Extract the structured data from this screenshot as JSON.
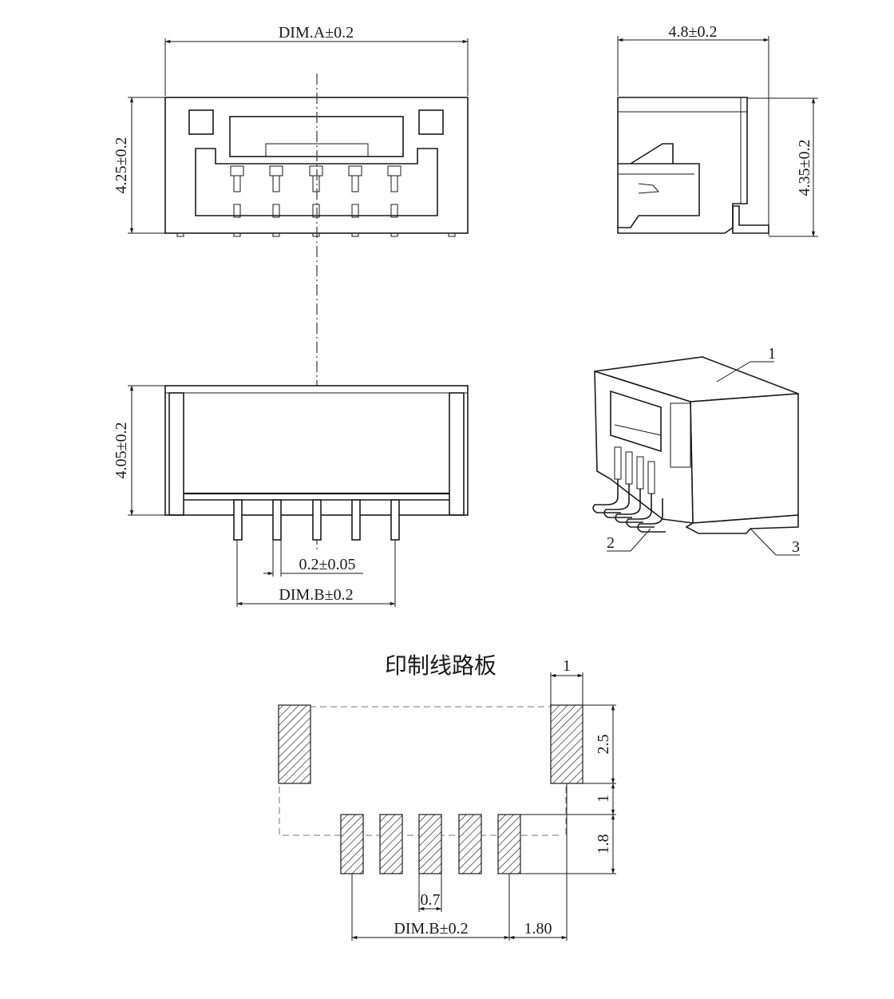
{
  "views": {
    "front": {
      "dim_width": "DIM.A±0.2",
      "dim_height": "4.25±0.2"
    },
    "side": {
      "dim_depth": "4.8±0.2",
      "dim_height": "4.35±0.2"
    },
    "bottom": {
      "dim_height": "4.05±0.2",
      "dim_pin_width": "0.2±0.05",
      "dim_pitch_span": "DIM.B±0.2"
    },
    "isometric": {
      "callouts": [
        "1",
        "2",
        "3"
      ]
    }
  },
  "pcb_layout": {
    "title": "印制线路板",
    "dim_pad_width": "1",
    "dim_pad_height": "2.5",
    "dim_gap": "1",
    "dim_signal_height": "1.8",
    "dim_signal_width": "0.7",
    "dim_pitch_span": "DIM.B±0.2",
    "dim_offset": "1.80"
  },
  "pins": {
    "count": 5
  }
}
